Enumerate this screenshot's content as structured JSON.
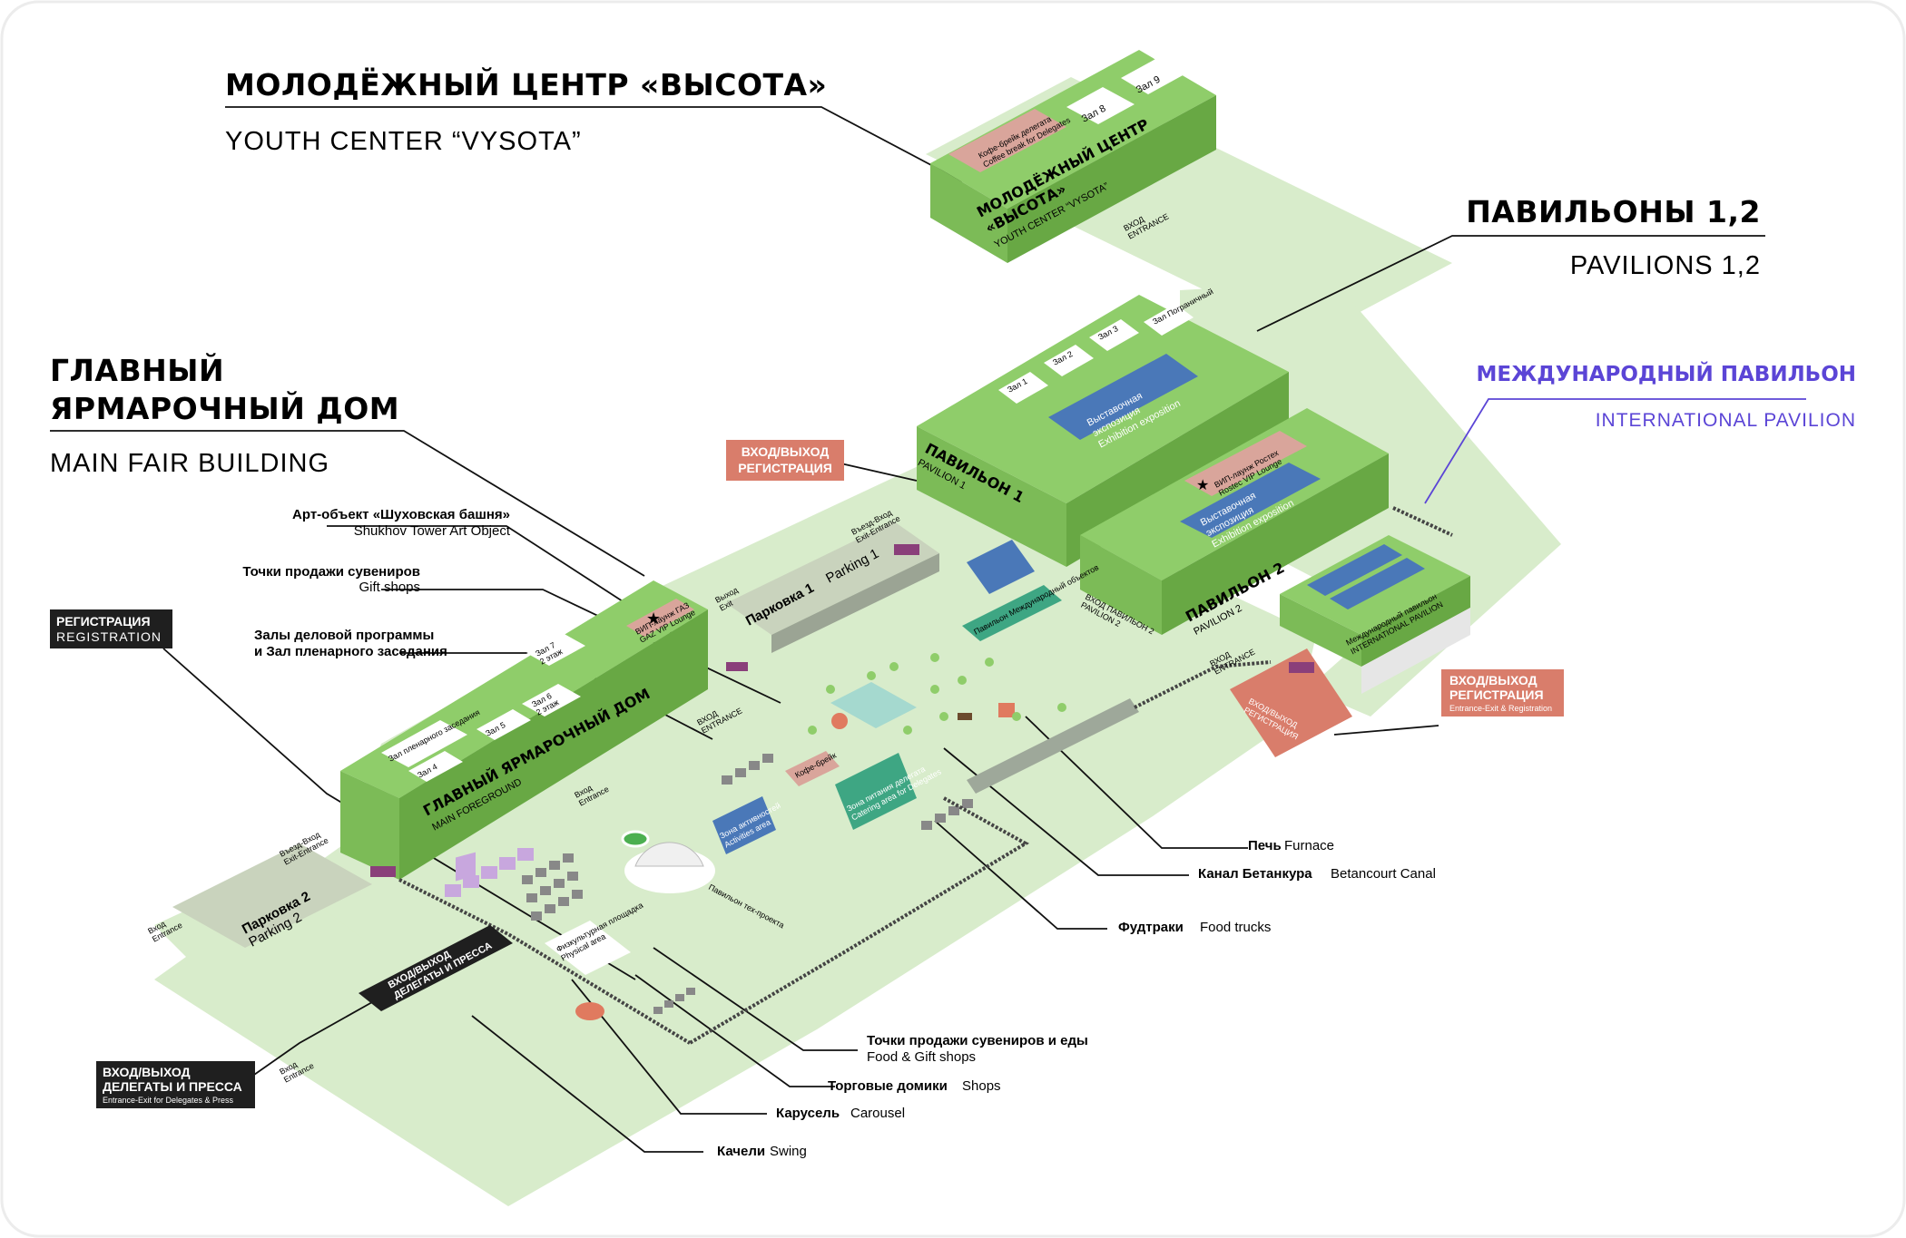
{
  "colors": {
    "ground": "#d8eccb",
    "building_top": "#8fcd6a",
    "building_front": "#7cbb57",
    "building_side": "#68a844",
    "parking": "#c9d3bd",
    "salmon": "#d97d6b",
    "blue": "#4a78b8",
    "teal": "#3ea683",
    "purple": "#c8a7de",
    "magenta": "#8a3f7a",
    "accent_purple": "#5b45d6",
    "dark_label": "#1f1f1f"
  },
  "headings": {
    "vysota_ru": "МОЛОДЁЖНЫЙ ЦЕНТР «ВЫСОТА»",
    "vysota_en": "YOUTH CENTER “VYSOTA”",
    "pavilions_ru": "ПАВИЛЬОНЫ 1,2",
    "pavilions_en": "PAVILIONS 1,2",
    "intl_ru": "МЕЖДУНАРОДНЫЙ ПАВИЛЬОН",
    "intl_en": "INTERNATIONAL PAVILION",
    "main_ru_1": "ГЛАВНЫЙ",
    "main_ru_2": "ЯРМАРОЧНЫЙ ДОМ",
    "main_en": "MAIN FAIR BUILDING"
  },
  "callouts": {
    "shukhov_ru": "Арт-объект «Шуховская башня»",
    "shukhov_en": "Shukhov Tower Art Object",
    "gift_ru": "Точки продажи сувениров",
    "gift_en": "Gift shops",
    "halls_ru_1": "Залы деловой программы",
    "halls_ru_2": "и Зал пленарного заседания",
    "furnace_ru": "Печь",
    "furnace_en": "Furnace",
    "canal_ru": "Канал Бетанкура",
    "canal_en": "Betancourt Canal",
    "foodtrucks_ru": "Фудтраки",
    "foodtrucks_en": "Food trucks",
    "foodgift_ru": "Точки продажи сувениров и еды",
    "foodgift_en": "Food & Gift shops",
    "shops_ru": "Торговые домики",
    "shops_en": "Shops",
    "carousel_ru": "Карусель",
    "carousel_en": "Carousel",
    "swing_ru": "Качели",
    "swing_en": "Swing"
  },
  "boxes": {
    "entry_reg_ru_1": "ВХОД/ВЫХОД",
    "entry_reg_ru_2": "РЕГИСТРАЦИЯ",
    "registration_ru": "РЕГИСТРАЦИЯ",
    "registration_en": "REGISTRATION",
    "entry_reg2_ru_1": "ВХОД/ВЫХОД",
    "entry_reg2_ru_2": "РЕГИСТРАЦИЯ",
    "entry_reg2_en": "Entrance-Exit & Registration",
    "delegates_ru_1": "ВХОД/ВЫХОД",
    "delegates_ru_2": "ДЕЛЕГАТЫ И ПРЕССА",
    "delegates_en": "Entrance-Exit for Delegates & Press"
  },
  "buildings": {
    "vysota_ru_1": "МОЛОДЁЖНЫЙ ЦЕНТР",
    "vysota_ru_2": "«ВЫСОТА»",
    "vysota_en": "YOUTH CENTER “VYSOTA”",
    "hall8": "Зал 8",
    "hall9": "Зал 9",
    "coffee_ru": "Кофе-брейк делегата",
    "coffee_en": "Coffee break for Delegates",
    "pav1_ru": "ПАВИЛЬОН 1",
    "pav1_en": "PAVILION 1",
    "pav2_ru": "ПАВИЛЬОН 2",
    "pav2_en": "PAVILION 2",
    "expo_ru_1": "Выставочная",
    "expo_ru_2": "экспозиция",
    "expo_en": "Exhibition exposition",
    "hall1": "Зал 1",
    "hall2": "Зал 2",
    "hall3": "Зал 3",
    "hall_border": "Зал Пограничный",
    "vip_rostec": "ВИП-лаунж Ростех",
    "vip_rostec_en": "Rostec VIP Lounge",
    "intl_ru": "Международный павильон",
    "intl_en": "INTERNATIONAL PAVILION",
    "main_ru": "ГЛАВНЫЙ ЯРМАРОЧНЫЙ ДОМ",
    "main_en": "MAIN FOREGROUND",
    "hall4": "Зал 4",
    "hall5": "Зал 5",
    "hall6": "Зал 6",
    "hall6_b": "2 этаж",
    "hall7": "Зал 7",
    "hall7_b": "2 этаж",
    "plenary_ru": "Зал пленарного заседания",
    "vip_gaz": "ВИП-лаунж ГАЗ",
    "vip_gaz_en": "GAZ VIP Lounge",
    "parking1_ru": "Парковка 1",
    "parking1_en": "Parking 1",
    "parking2_ru": "Парковка 2",
    "parking2_en": "Parking 2",
    "catering_ru": "Зона питания делегата",
    "catering_en": "Catering area for Delegates",
    "activity_ru": "Зона активностей",
    "activity_en": "Activities area",
    "food_ru": "Кофе-брейк",
    "physical_ru": "Физкультурная площадка",
    "physical_en": "Physical area",
    "planetarium_ru": "Павильон тех-проекта",
    "photo_ru": "Павильон Международный объектов"
  },
  "entrances": {
    "entrance_ru": "Вход",
    "entrance_en": "Entrance",
    "exit_entrance_ru": "Въезд-Вход",
    "exit_entrance_en": "Exit-Entrance",
    "exit_ru": "Выход",
    "exit_en": "Exit",
    "entrance_upper": "ВХОД",
    "entrance_upper_en": "ENTRANCE",
    "pav2_entrance_ru": "ВХОД ПАВИЛЬОН 2",
    "pav2_entrance_en": "PAVILION 2"
  }
}
